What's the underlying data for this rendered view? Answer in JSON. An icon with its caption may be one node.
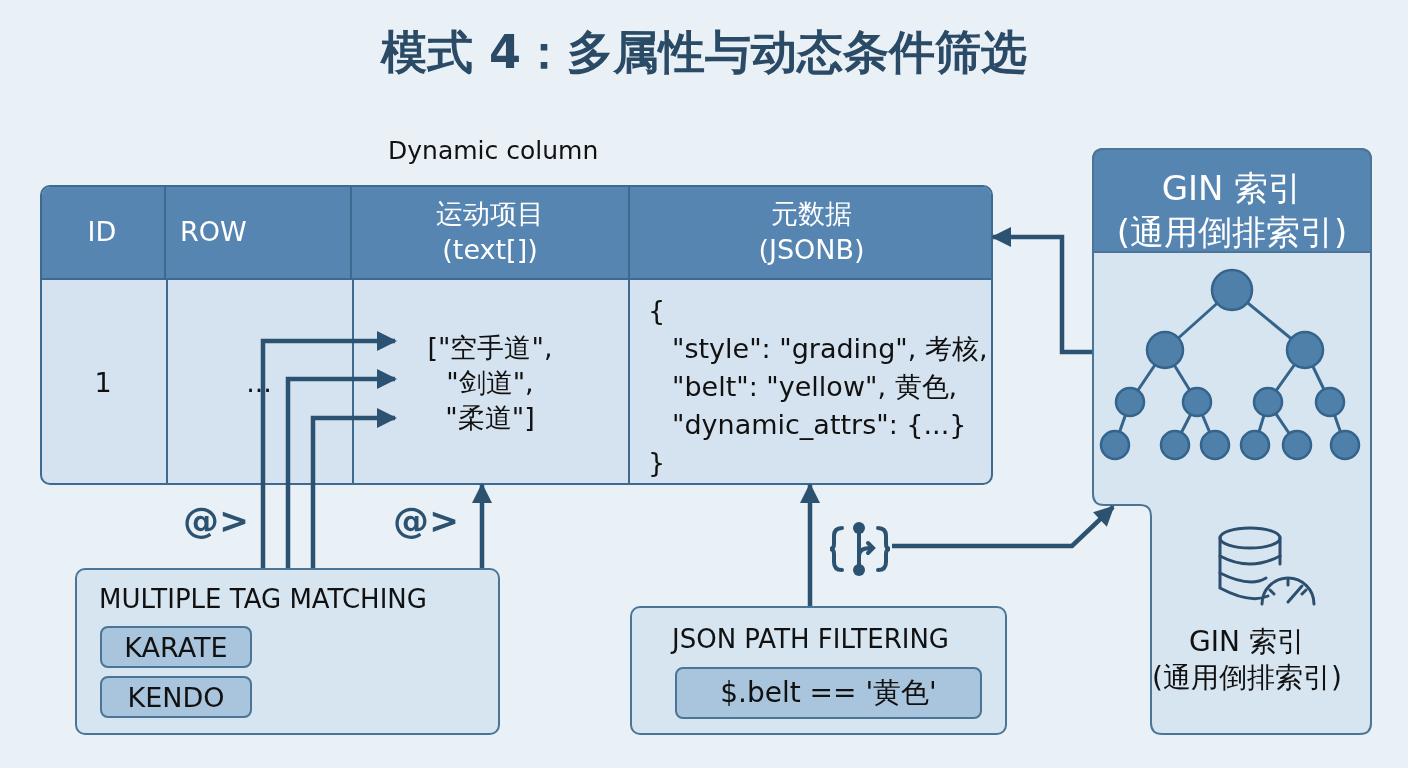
{
  "diagram": {
    "title": "模式 4：多属性与动态条件筛选",
    "nodes": [
      {
        "text": [],
        "shape": "box"
      },
      {
        "text": [
          "ID"
        ],
        "in": 0
      },
      {
        "text": [
          "ROW"
        ],
        "in": 0
      },
      {
        "text": [
          "运动项目 (text[])"
        ],
        "in": 0
      },
      {
        "text": [
          "元数据 (JSONB)"
        ],
        "in": 0
      },
      {
        "text": [
          "1"
        ],
        "in": 0
      },
      {
        "text": [
          "..."
        ],
        "in": 0
      },
      {
        "text": [
          "[\"空手道\", \"剑道\", \"柔道\"]"
        ],
        "in": 0
      },
      {
        "text": [
          "{",
          "\"style\": \"grading\", 考核,",
          "\"belt\": \"yellow\", 黄色,",
          "\"dynamic_attrs\": {...}",
          "}"
        ],
        "in": 0
      },
      {
        "text": [
          "GIN 索引 (通用倒排索引)",
          "GIN 索引 (通用倒排索引)"
        ]
      },
      {
        "text": [
          "MULTIPLE TAG MATCHING"
        ]
      },
      {
        "text": [
          "KARATE"
        ],
        "in": 10
      },
      {
        "text": [
          "KENDO"
        ],
        "in": 10
      },
      {
        "text": [
          "JSON PATH FILTERING"
        ]
      },
      {
        "text": [
          "$.belt == '黄色'"
        ],
        "in": 13
      },
      {
        "text": [],
        "shape": "picture"
      }
    ],
    "edges": [
      {
        "from": 10,
        "to": 7,
        "arrow": "to"
      },
      {
        "from": 10,
        "to": 7,
        "arrow": "to"
      },
      {
        "from": 10,
        "to": 7,
        "arrow": "to"
      },
      {
        "from": 10,
        "to": 7,
        "arrow": "to"
      },
      {
        "from": 13,
        "to": 8,
        "arrow": "to"
      },
      {
        "from": 9,
        "to": 4,
        "arrow": "to"
      },
      {
        "from": 15,
        "to": 9,
        "arrow": "to"
      }
    ],
    "labels": [
      "Dynamic column",
      "@>",
      "@>"
    ]
  }
}
